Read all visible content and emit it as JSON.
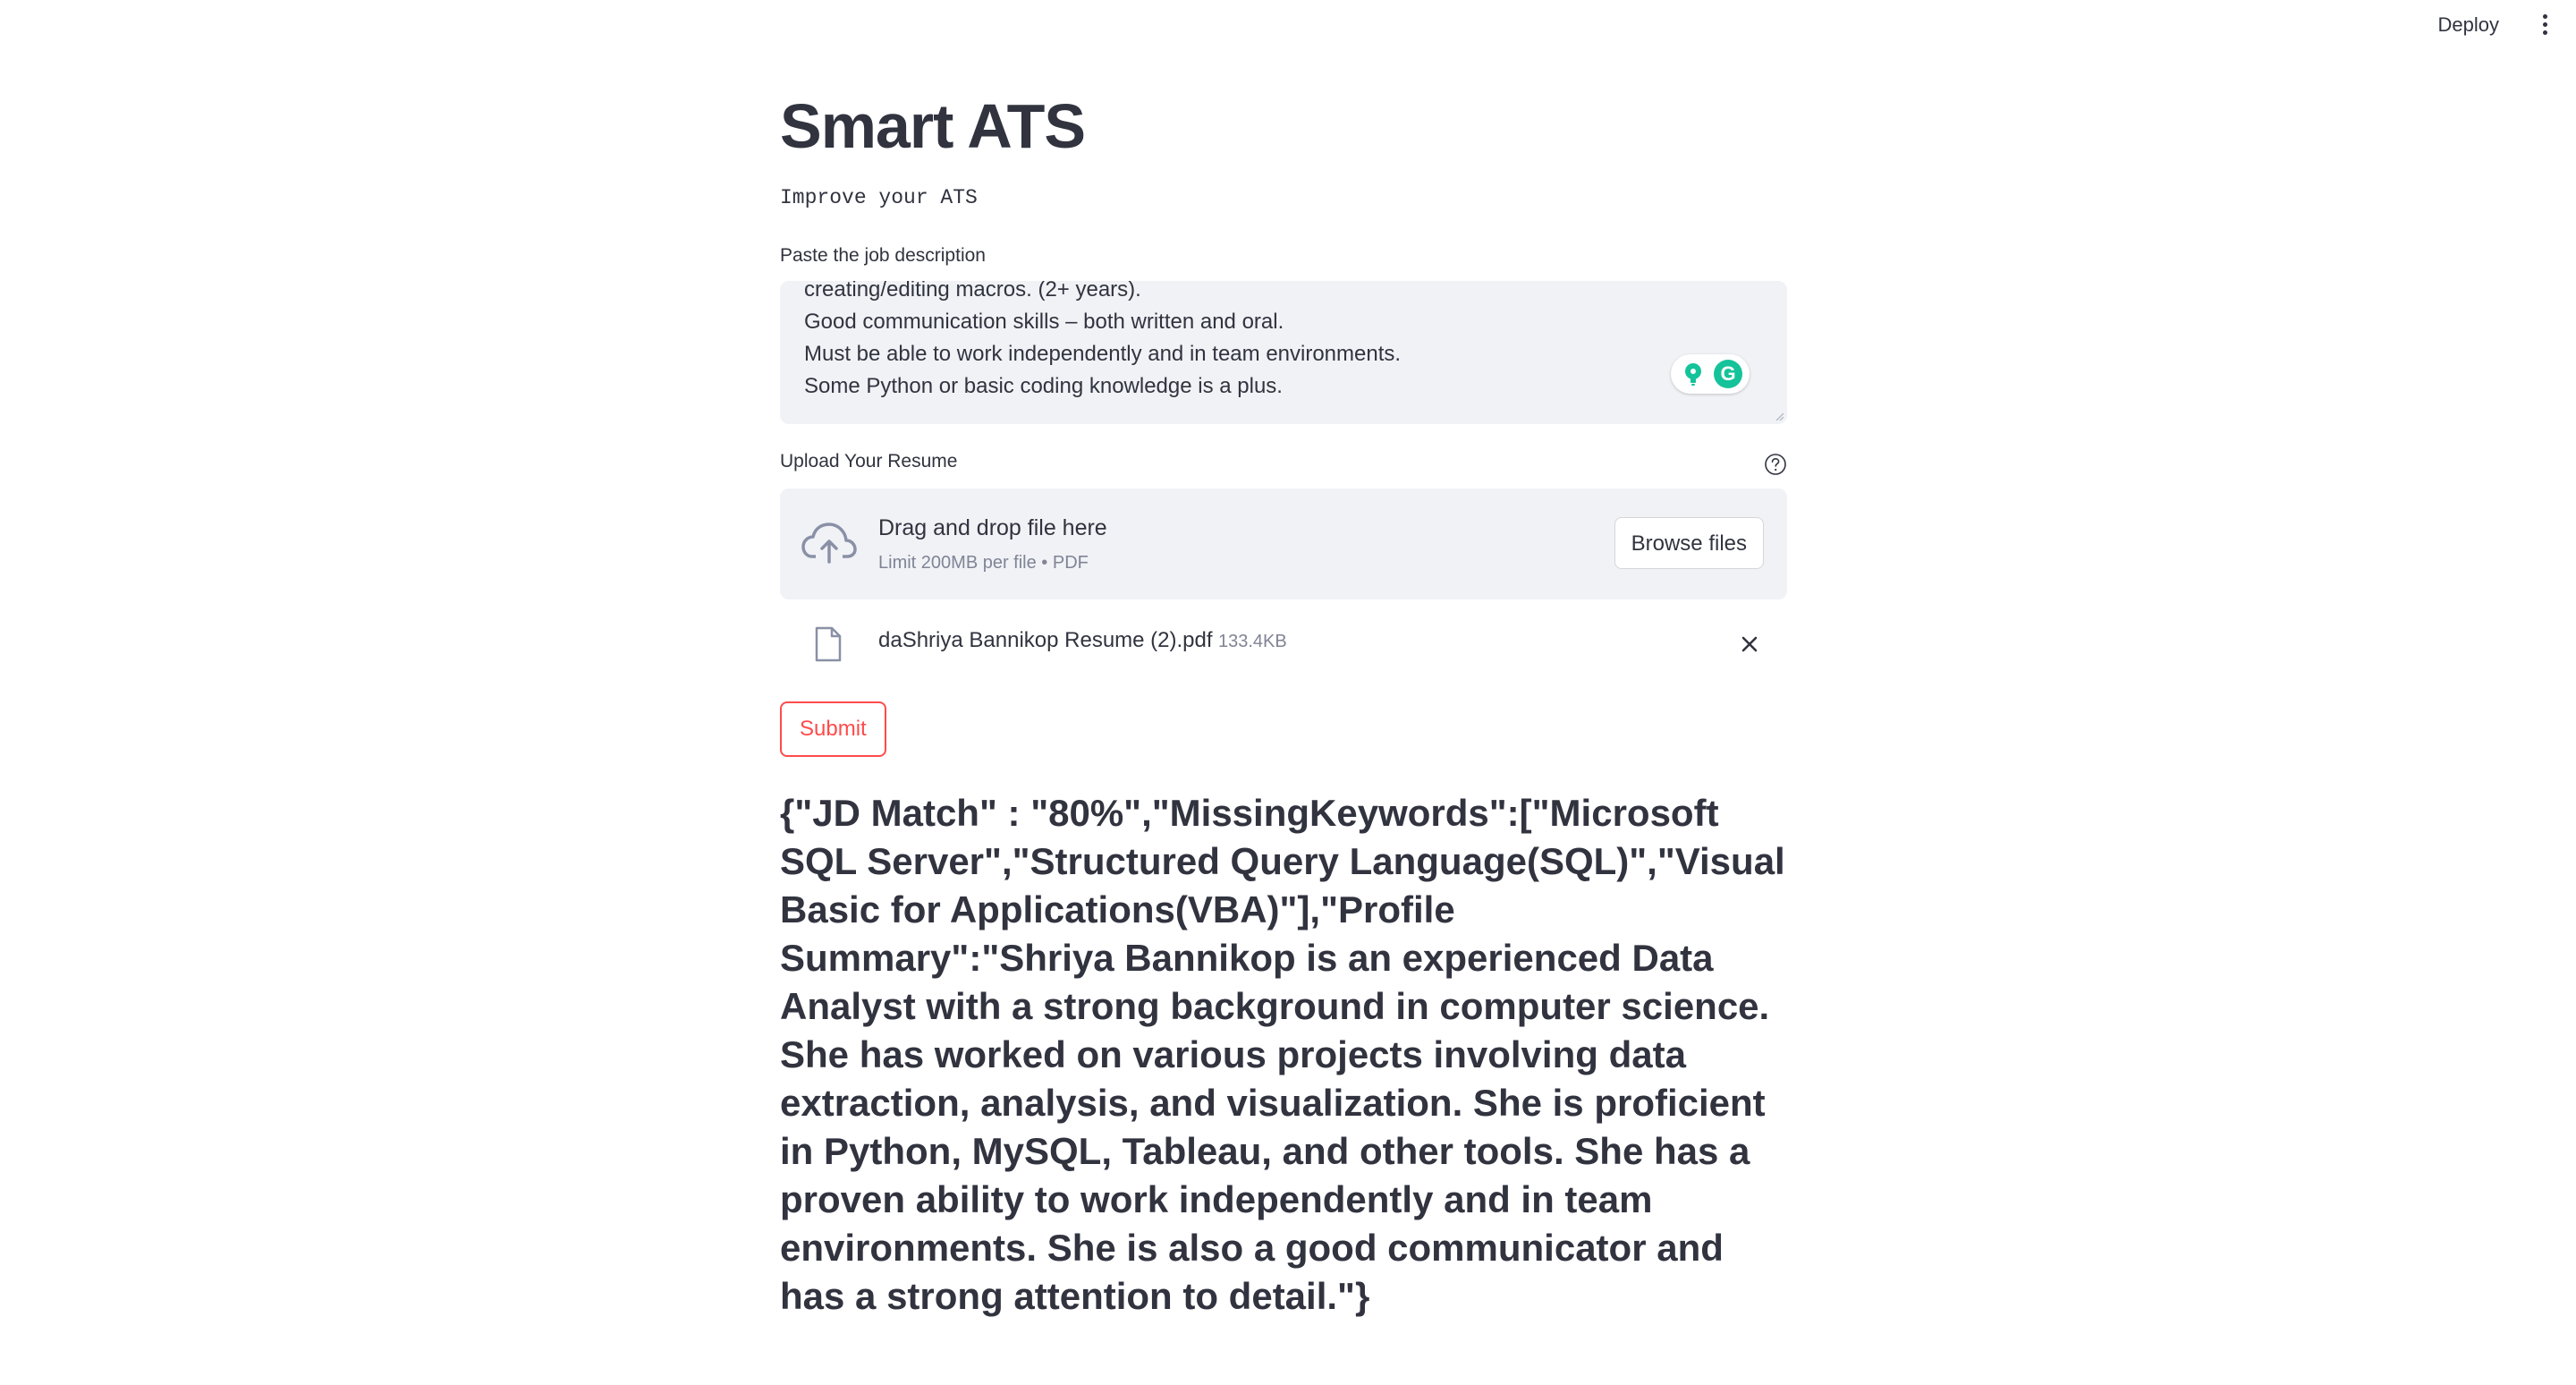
{
  "header": {
    "deploy_label": "Deploy"
  },
  "page": {
    "title": "Smart ATS",
    "subtitle": "Improve your ATS"
  },
  "job_description": {
    "label": "Paste the job description",
    "value": "creating/editing macros. (2+ years).\nGood communication skills – both written and oral.\nMust be able to work independently and in team environments.\nSome Python or basic coding knowledge is a plus."
  },
  "uploader": {
    "label": "Upload Your Resume",
    "drop_title": "Drag and drop file here",
    "drop_subtitle": "Limit 200MB per file • PDF",
    "browse_label": "Browse files",
    "file": {
      "name": "daShriya Bannikop Resume (2).pdf",
      "size": "133.4KB"
    }
  },
  "submit_label": "Submit",
  "result": "{\"JD Match\" : \"80%\",\"MissingKeywords\":[\"Microsoft SQL Server\",\"Structured Query Language(SQL)\",\"Visual Basic for Applications(VBA)\"],\"Profile Summary\":\"Shriya Bannikop is an experienced Data Analyst with a strong background in computer science. She has worked on various projects involving data extraction, analysis, and visualization. She is proficient in Python, MySQL, Tableau, and other tools. She has a proven ability to work independently and in team environments. She is also a good communicator and has a strong attention to detail.\"}",
  "colors": {
    "primary": "#ff4b4b",
    "text": "#31333f",
    "muted": "#808495",
    "input_bg": "#f0f2f6",
    "grammarly": "#15c39a"
  }
}
